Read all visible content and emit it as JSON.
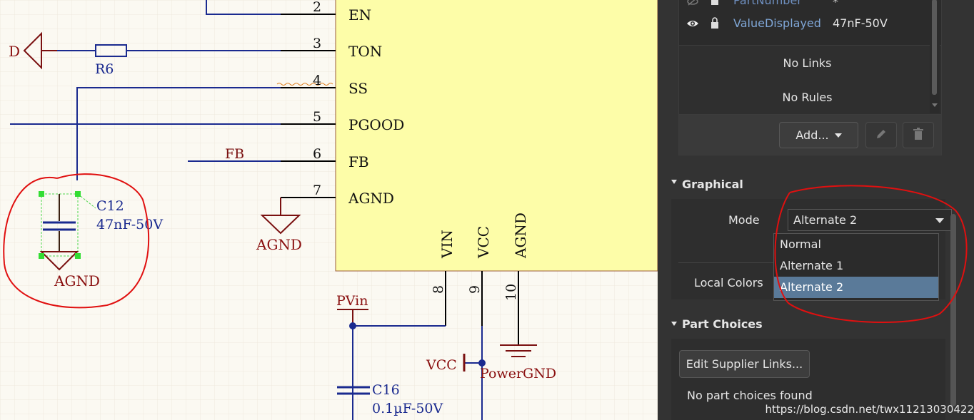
{
  "schematic": {
    "pins": [
      {
        "num": "2",
        "name": "EN"
      },
      {
        "num": "3",
        "name": "TON"
      },
      {
        "num": "4",
        "name": "SS"
      },
      {
        "num": "5",
        "name": "PGOOD"
      },
      {
        "num": "6",
        "name": "FB"
      },
      {
        "num": "7",
        "name": "AGND"
      }
    ],
    "bottom_pins": [
      {
        "num": "8",
        "name": "VIN"
      },
      {
        "num": "9",
        "name": "VCC"
      },
      {
        "num": "10",
        "name": "AGND"
      }
    ],
    "net_d": "D",
    "r6": "R6",
    "fb_net": "FB",
    "agnd_left": "AGND",
    "c12_ref": "C12",
    "c12_value": "47nF-50V",
    "c12_gnd": "AGND",
    "pvin": "PVin",
    "vcc_net": "VCC",
    "power_gnd": "PowerGND",
    "c16_ref": "C16",
    "c16_value": "0.1µF-50V"
  },
  "panel": {
    "params": [
      {
        "name": "PartNumber",
        "value": "*"
      },
      {
        "name": "ValueDisplayed",
        "value": "47nF-50V"
      }
    ],
    "no_links": "No Links",
    "no_rules": "No Rules",
    "add_label": "Add...",
    "graphical": {
      "title": "Graphical",
      "mode_label": "Mode",
      "mode_value": "Alternate 2",
      "local_colors_label": "Local Colors",
      "options": [
        "Normal",
        "Alternate 1",
        "Alternate 2"
      ]
    },
    "part_choices": {
      "title": "Part Choices",
      "edit_btn": "Edit Supplier Links...",
      "empty": "No part choices found"
    }
  },
  "watermark": "https://blog.csdn.net/twx11213030422",
  "colors": {
    "wire": "#1a2a8f",
    "pin": "#000000",
    "power": "#7a1010",
    "chip": "#fdfda8",
    "annotation": "#e01010",
    "select": "#4fd84f"
  }
}
